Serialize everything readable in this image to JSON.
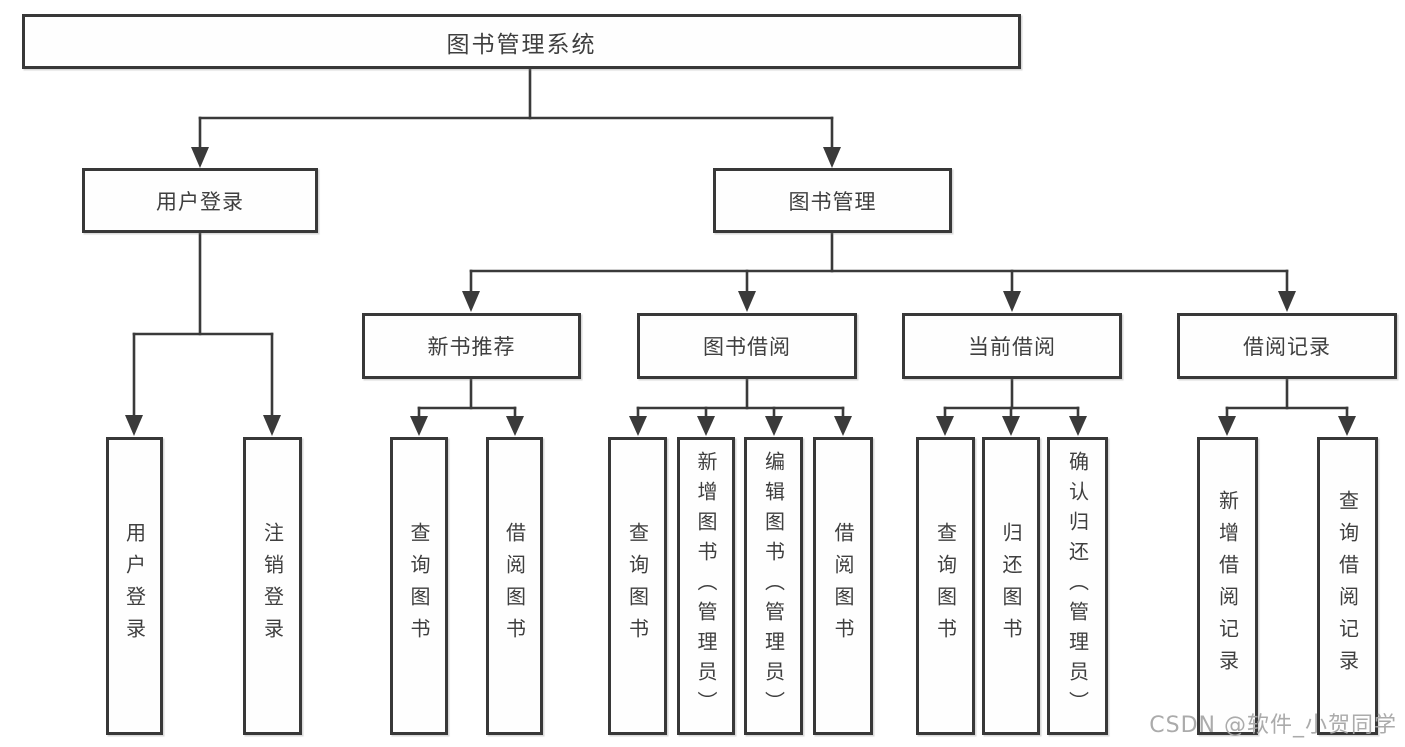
{
  "diagram": {
    "title": "图书管理系统",
    "root": {
      "label": "图书管理系统"
    },
    "level2": [
      {
        "label": "用户登录"
      },
      {
        "label": "图书管理"
      }
    ],
    "level3": [
      {
        "label": "新书推荐"
      },
      {
        "label": "图书借阅"
      },
      {
        "label": "当前借阅"
      },
      {
        "label": "借阅记录"
      }
    ],
    "leaves": {
      "user_login": [
        {
          "label": "用户登录"
        },
        {
          "label": "注销登录"
        }
      ],
      "new_book_rec": [
        {
          "label": "查询图书"
        },
        {
          "label": "借阅图书"
        }
      ],
      "book_borrow": [
        {
          "label": "查询图书"
        },
        {
          "label": "新增图书（管理员）"
        },
        {
          "label": "编辑图书（管理员）"
        },
        {
          "label": "借阅图书"
        }
      ],
      "current_borrow": [
        {
          "label": "查询图书"
        },
        {
          "label": "归还图书"
        },
        {
          "label": "确认归还（管理员）"
        }
      ],
      "borrow_records": [
        {
          "label": "新增借阅记录"
        },
        {
          "label": "查询借阅记录"
        }
      ]
    }
  },
  "watermark": {
    "text": "CSDN @软件_小贺同学"
  },
  "colors": {
    "background": "#ffffff",
    "line": "#3a3a3a",
    "box_border": "#383838",
    "text": "#3f3f3f",
    "watermark": "#a6a6a6"
  }
}
